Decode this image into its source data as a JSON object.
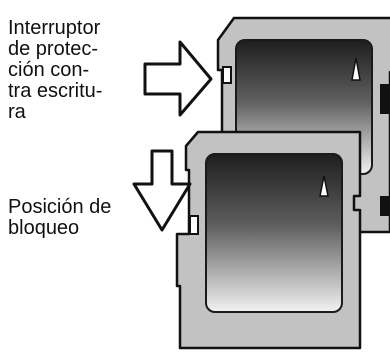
{
  "labels": {
    "write_protect_switch": [
      "Interruptor",
      "de protec-",
      "ción con-",
      "tra escritu-",
      "ra"
    ],
    "lock_position": [
      "Posición de",
      "bloqueo"
    ]
  },
  "colors": {
    "card_body": "#c2c2c2",
    "outline": "#111111",
    "window_top": "#1e1e1e",
    "window_bottom": "#f2f2f2",
    "arrow_fill": "#ffffff"
  },
  "icons": {
    "arrow_right": "hollow-arrow-right-icon",
    "arrow_down": "hollow-arrow-down-icon",
    "card_marker": "triangle-marker-icon"
  }
}
